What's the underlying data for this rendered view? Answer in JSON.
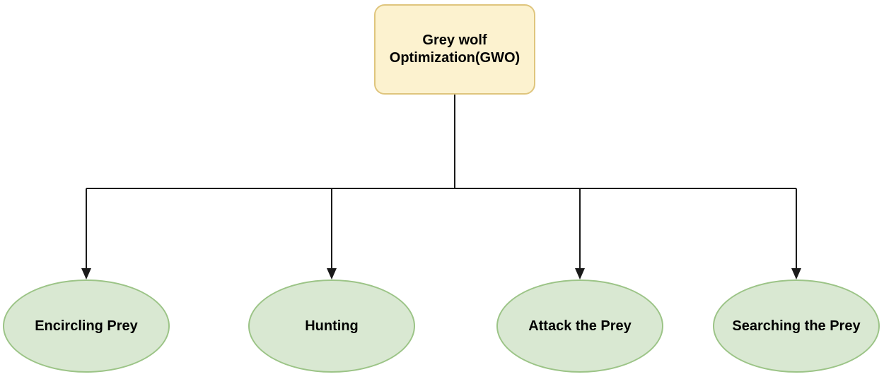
{
  "diagram": {
    "root": {
      "label": "Grey wolf Optimization(GWO)"
    },
    "children": [
      {
        "label": "Encircling Prey"
      },
      {
        "label": "Hunting"
      },
      {
        "label": "Attack the Prey"
      },
      {
        "label": "Searching the Prey"
      }
    ],
    "colors": {
      "root_fill": "#FCF2CF",
      "root_border": "#DFC57D",
      "leaf_fill": "#D9E8D2",
      "leaf_border": "#9CC487",
      "connector": "#1A1A1A",
      "text": "#000000"
    }
  }
}
